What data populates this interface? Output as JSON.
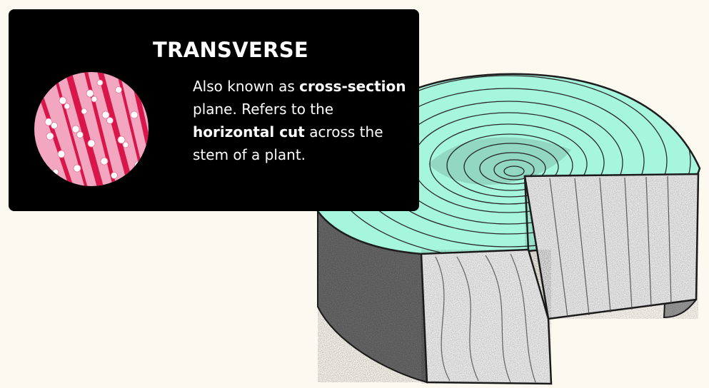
{
  "card": {
    "title": "TRANSVERSE",
    "description": {
      "part1": "Also known as ",
      "bold1": "cross-section",
      "part2": " plane. Refers to the ",
      "bold2": "horizontal cut",
      "part3": " across the stem of a plant."
    }
  },
  "illustration": {
    "subject": "tree-stump-icon",
    "colors": {
      "cut_face": "#a6f5dd",
      "bark": "#3a3a3a",
      "card_background": "#000000",
      "micrograph_pink": "#f2a6bf",
      "micrograph_red": "#d8164a",
      "page_background": "#fcf9f1"
    }
  }
}
